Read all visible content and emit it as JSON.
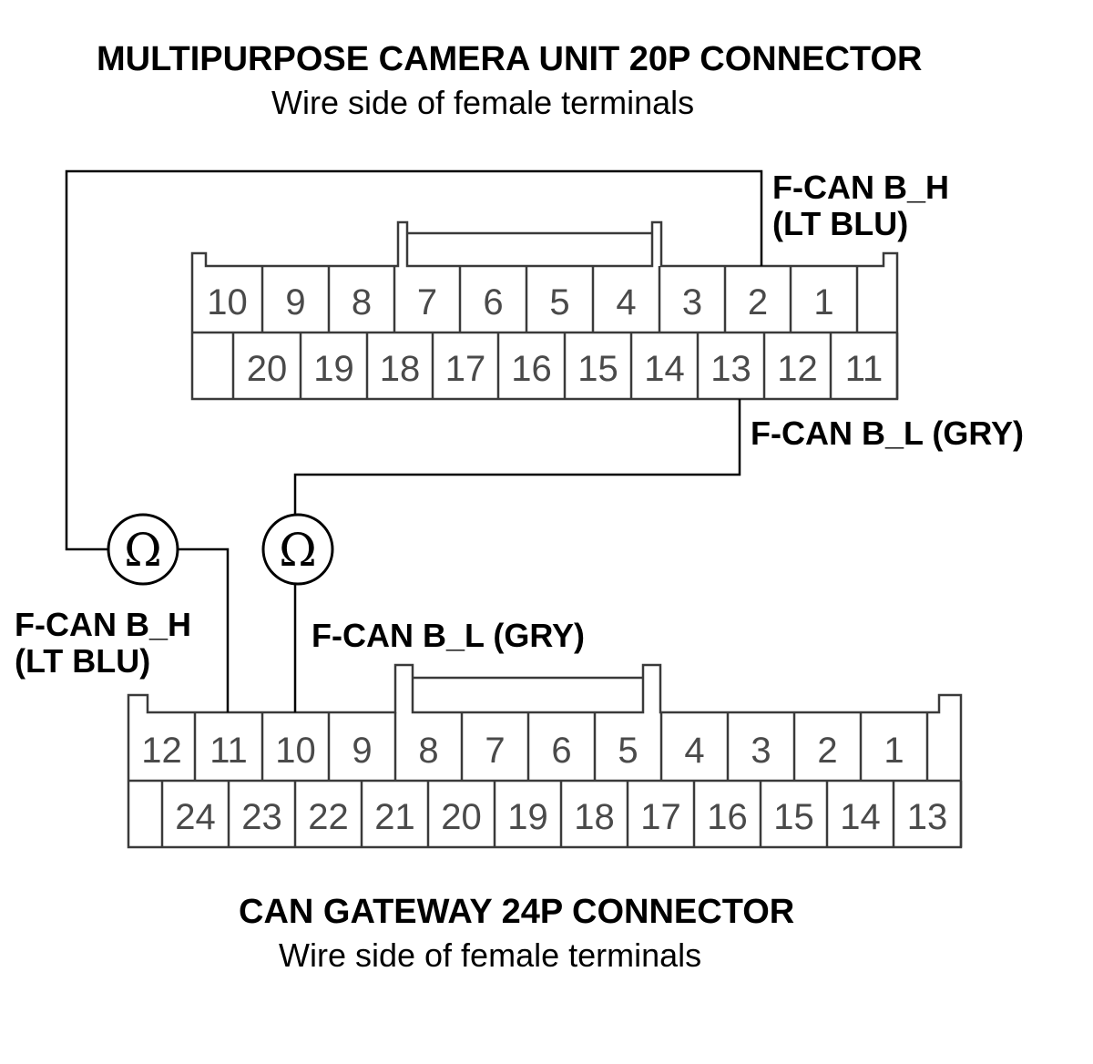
{
  "top_connector": {
    "title": "MULTIPURPOSE CAMERA UNIT 20P CONNECTOR",
    "subtitle": "Wire side of female terminals",
    "row1": [
      "10",
      "9",
      "8",
      "7",
      "6",
      "5",
      "4",
      "3",
      "2",
      "1"
    ],
    "row2": [
      "20",
      "19",
      "18",
      "17",
      "16",
      "15",
      "14",
      "13",
      "12",
      "11"
    ]
  },
  "bottom_connector": {
    "title": "CAN GATEWAY 24P CONNECTOR",
    "subtitle": "Wire side of female terminals",
    "row1": [
      "12",
      "11",
      "10",
      "9",
      "8",
      "7",
      "6",
      "5",
      "4",
      "3",
      "2",
      "1"
    ],
    "row2": [
      "24",
      "23",
      "22",
      "21",
      "20",
      "19",
      "18",
      "17",
      "16",
      "15",
      "14",
      "13"
    ]
  },
  "labels": {
    "top_h_line1": "F-CAN B_H",
    "top_h_line2": "(LT BLU)",
    "top_l": "F-CAN B_L (GRY)",
    "bottom_h_line1": "F-CAN B_H",
    "bottom_h_line2": "(LT BLU)",
    "bottom_l": "F-CAN B_L (GRY)"
  },
  "meter_symbol": "Ω"
}
